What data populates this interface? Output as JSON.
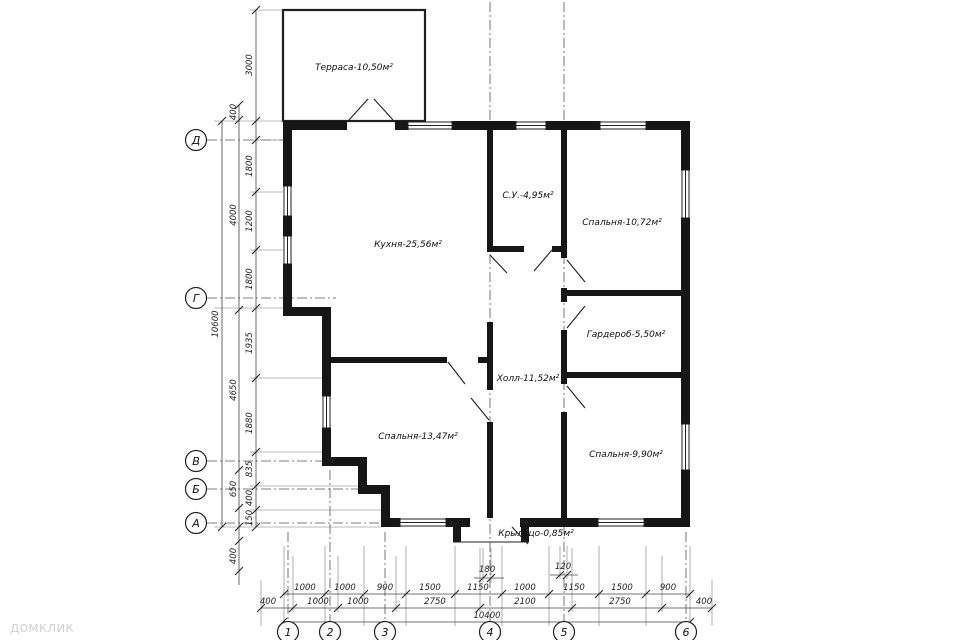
{
  "rooms": {
    "terrace": "Терраса-10,50м²",
    "kitchen": "Кухня-25,56м²",
    "bathroom": "С.У.-4,95м²",
    "bedroom1": "Спальня-10,72м²",
    "wardrobe": "Гардероб-5,50м²",
    "hall": "Холл-11,52м²",
    "bedroom2": "Спальня-13,47м²",
    "bedroom3": "Спальня-9,90м²",
    "porch": "Крыльцо-0,85м²"
  },
  "axes": {
    "row": [
      "Д",
      "Г",
      "В",
      "Б",
      "А"
    ],
    "col": [
      "1",
      "2",
      "3",
      "4",
      "5",
      "6"
    ]
  },
  "dims": {
    "left": [
      "3000",
      "400",
      "1800",
      "1200",
      "4000",
      "1800",
      "10600",
      "1935",
      "4650",
      "1880",
      "835",
      "650",
      "400",
      "150",
      "400"
    ],
    "bottom_small": [
      "180",
      "120"
    ],
    "bottom_row1": [
      "1000",
      "1000",
      "900",
      "1500",
      "1150",
      "1000",
      "1150",
      "1500",
      "900"
    ],
    "bottom_row2": [
      "400",
      "1000",
      "1000",
      "2750",
      "2100",
      "2750",
      "400"
    ],
    "bottom_total": "10400"
  },
  "watermark": "домклик"
}
